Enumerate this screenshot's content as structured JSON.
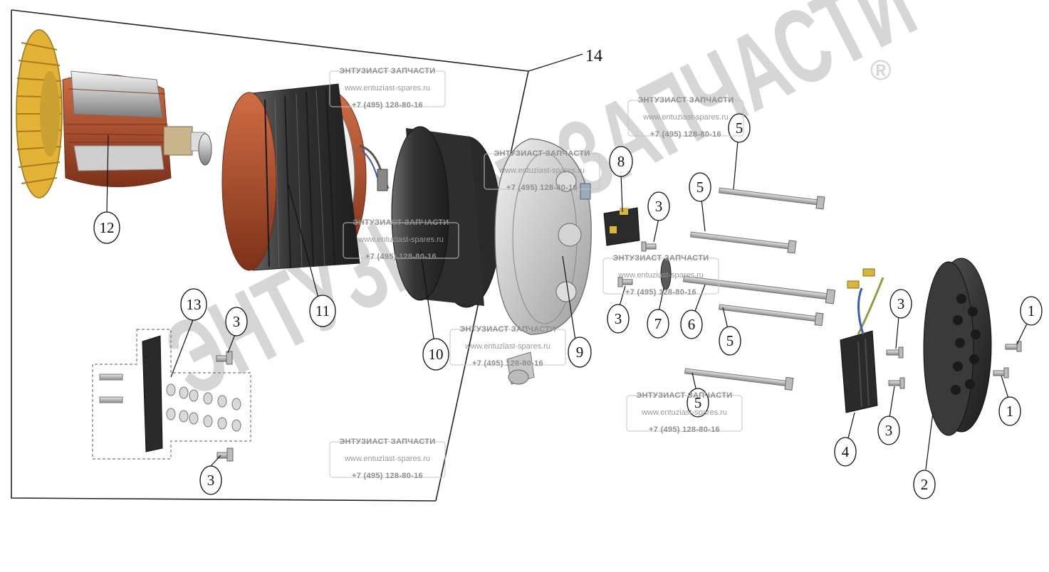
{
  "assembly_label": "14",
  "callouts": [
    {
      "id": "c12",
      "label": "12"
    },
    {
      "id": "c11",
      "label": "11"
    },
    {
      "id": "c10",
      "label": "10"
    },
    {
      "id": "c9",
      "label": "9"
    },
    {
      "id": "c8",
      "label": "8"
    },
    {
      "id": "c7",
      "label": "7"
    },
    {
      "id": "c6",
      "label": "6"
    },
    {
      "id": "c5a",
      "label": "5"
    },
    {
      "id": "c5b",
      "label": "5"
    },
    {
      "id": "c5c",
      "label": "5"
    },
    {
      "id": "c5d",
      "label": "5"
    },
    {
      "id": "c4",
      "label": "4"
    },
    {
      "id": "c3a",
      "label": "3"
    },
    {
      "id": "c3b",
      "label": "3"
    },
    {
      "id": "c3c",
      "label": "3"
    },
    {
      "id": "c3d",
      "label": "3"
    },
    {
      "id": "c3e",
      "label": "3"
    },
    {
      "id": "c3f",
      "label": "3"
    },
    {
      "id": "c2",
      "label": "2"
    },
    {
      "id": "c1a",
      "label": "1"
    },
    {
      "id": "c1b",
      "label": "1"
    },
    {
      "id": "c13",
      "label": "13"
    }
  ],
  "watermark": {
    "company": "ЭНТУЗИАСТ ЗАПЧАСТИ",
    "website": "www.entuziast-spares.ru",
    "phone": "+7 (495) 128-80-16",
    "logo_text": "ЭНТУЗИАСТ ЗАПЧАСТИ",
    "registered_mark": "®"
  },
  "colors": {
    "copper": "#b5532f",
    "copper_dark": "#8a3a1f",
    "fan_gold": "#e3b236",
    "steel": "#c7c7c7",
    "dark_gray": "#3a3a3a",
    "watermark_gray": "#d2d2d2"
  }
}
